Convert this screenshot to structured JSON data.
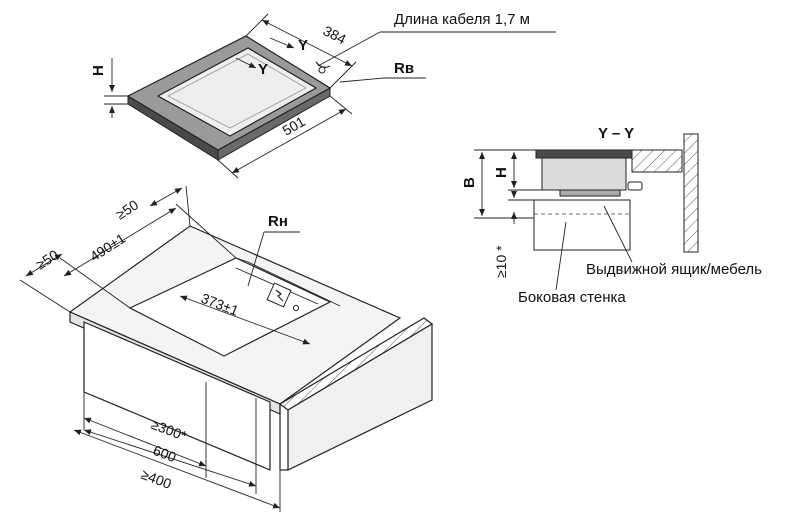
{
  "labels": {
    "cable_length": "Длина кабеля 1,7 м",
    "section": "Y – Y",
    "drawer": "Выдвижной ящик/мебель",
    "side_wall": "Боковая стенка",
    "rb": "Rв",
    "rh": "Rн",
    "y": "Y",
    "h": "H",
    "b": "B"
  },
  "dimensions": {
    "d384": "384",
    "d501": "501",
    "d50a": "≥50",
    "d50b": "≥50",
    "d490": "490±1",
    "d373": "373±1",
    "d300": "≥300*",
    "d600": "600",
    "d400": "≥400",
    "d10": "≥10 *"
  },
  "colors": {
    "ink": "#222222",
    "panel_dark": "#4a4a4a",
    "glass": "#eeeeee",
    "hatch": "#555555",
    "light_fill": "#f4f4f4"
  }
}
